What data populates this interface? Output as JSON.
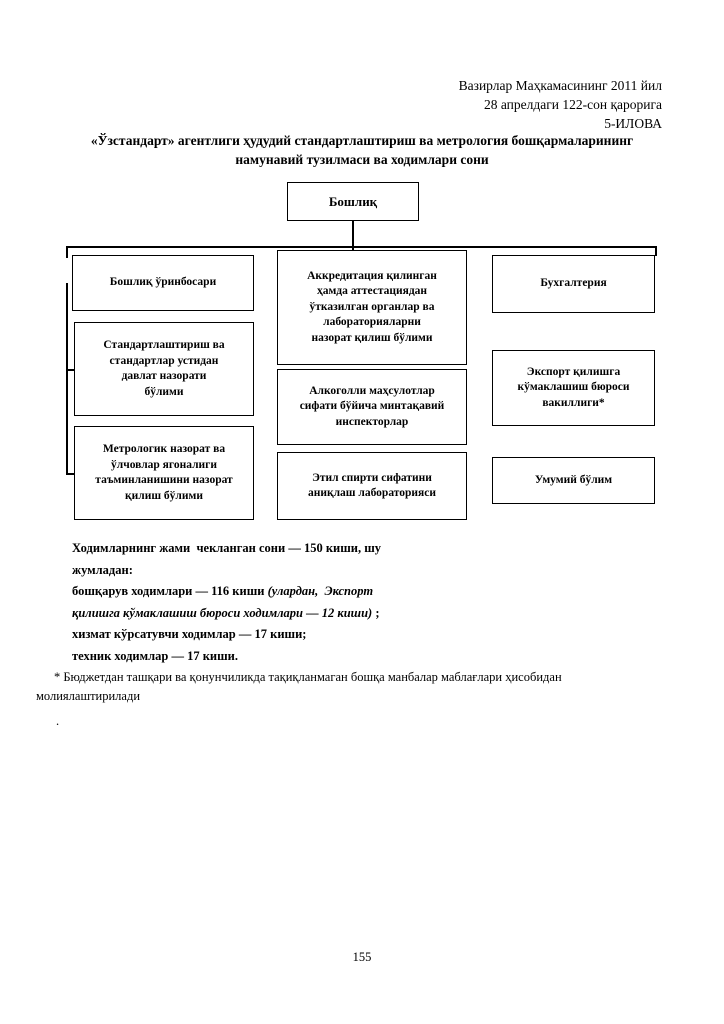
{
  "header": {
    "line1": "Вазирлар Маҳкамасининг 2011 йил",
    "line2": "28 апрелдаги 122-сон қарорига",
    "line3": "5-ИЛОВА"
  },
  "title": {
    "line1": "«Ўзстандарт» агентлиги ҳудудий стандартлаштириш ва метрология бошқармаларининг",
    "line2": "намунавий тузилмаси ва ходимлари сони"
  },
  "chart_data": {
    "type": "diagram",
    "title": "«Ўзстандарт» агентлиги ҳудудий стандартлаштириш ва метрология бошқармаларининг намунавий тузилмаси ва ходимлари сони",
    "nodes": [
      {
        "id": "head",
        "label": "Бошлиқ"
      },
      {
        "id": "deputy",
        "label": "Бошлиқ ўринбосари"
      },
      {
        "id": "accreditation",
        "label": "Аккредитация қилинган\nҳамда аттестациядан\nўтказилган органлар ва\nлабораторияларни\nназорат қилиш  бўлими"
      },
      {
        "id": "accounting",
        "label": "Бухгалтерия"
      },
      {
        "id": "standardization",
        "label": "Стандартлаштириш ва\nстандартлар устидан\nдавлат назорати\nбўлими"
      },
      {
        "id": "alcohol",
        "label": "Алкоголли маҳсулотлар\nсифати бўйича минтақавий\nинспекторлар"
      },
      {
        "id": "export-bureau",
        "label": "Экспорт қилишга\nкўмаклашиш бюроси\nвакиллиги*"
      },
      {
        "id": "metrology",
        "label": "Метрологик  назорат ва\nўлчовлар ягоналиги\nтаъминланишини назорат\nқилиш  бўлими"
      },
      {
        "id": "ethyl-lab",
        "label": "Этил спирти сифатини\nаниқлаш лабораторияси"
      },
      {
        "id": "general",
        "label": "Умумий бўлим"
      }
    ],
    "edges": [
      {
        "from": "head",
        "to": "deputy"
      },
      {
        "from": "head",
        "to": "accreditation"
      },
      {
        "from": "head",
        "to": "accounting"
      },
      {
        "from": "deputy",
        "to": "standardization"
      },
      {
        "from": "deputy",
        "to": "metrology"
      }
    ]
  },
  "notes": {
    "line1": "Ходимларнинг жами  чекланган сони — 150 киши, шу",
    "line2": "жумладан:",
    "line3_a": "бошқарув ходимлари — 116 киши ",
    "line3_b": "(улардан,  Экспорт",
    "line4_b": "қилишга кўмаклашиш бюроси ходимлари — 12 киши)",
    "line4_c": " ;",
    "line5": "хизмат кўрсатувчи ходимлар — 17 киши;",
    "line6": "техник ходимлар — 17 киши."
  },
  "footnote": {
    "line1": "* Бюджетдан ташқари ва қонунчиликда тақиқланмаган бошқа манбалар маблағлари ҳисобидан",
    "line2": "молиялаштирилади",
    "dot": "."
  },
  "page_number": "155"
}
